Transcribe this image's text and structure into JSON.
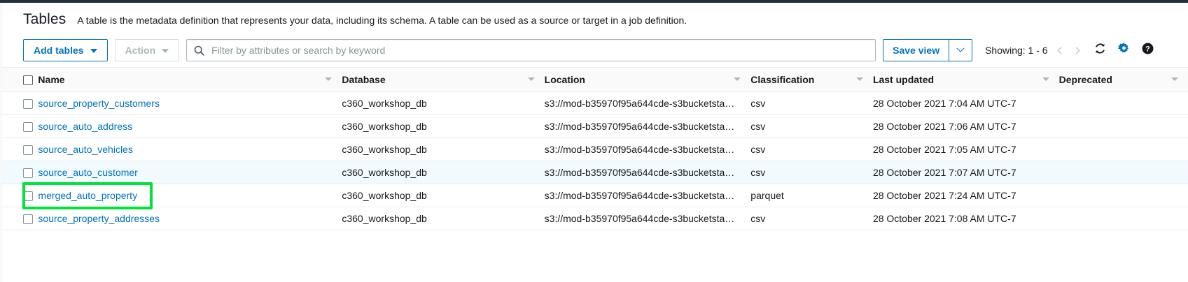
{
  "header": {
    "title": "Tables",
    "description": "A table is the metadata definition that represents your data, including its schema. A table can be used as a source or target in a job definition."
  },
  "toolbar": {
    "add_tables_label": "Add tables",
    "action_label": "Action",
    "save_view_label": "Save view",
    "showing_label": "Showing: 1 - 6",
    "icons": {
      "search": "search-icon",
      "refresh": "refresh-icon",
      "settings": "gear-icon",
      "help": "help-icon",
      "prev_page": "chevron-left-icon",
      "next_page": "chevron-right-icon",
      "dropdown": "chevron-down-icon"
    },
    "colors": {
      "link": "#0073bb",
      "gear": "#0073bb",
      "disabled": "#aab7b8",
      "annotation": "#00e33a"
    }
  },
  "search": {
    "value": "",
    "placeholder": "Filter by attributes or search by keyword"
  },
  "table": {
    "columns": [
      {
        "label": "Name"
      },
      {
        "label": "Database"
      },
      {
        "label": "Location"
      },
      {
        "label": "Classification"
      },
      {
        "label": "Last updated"
      },
      {
        "label": "Deprecated"
      }
    ],
    "rows": [
      {
        "name": "source_property_customers",
        "database": "c360_workshop_db",
        "location": "s3://mod-b35970f95a644cde-s3bucketsta…",
        "classification": "csv",
        "last_updated": "28 October 2021 7:04 AM UTC-7",
        "deprecated": "",
        "selected": false,
        "annotated": false
      },
      {
        "name": "source_auto_address",
        "database": "c360_workshop_db",
        "location": "s3://mod-b35970f95a644cde-s3bucketsta…",
        "classification": "csv",
        "last_updated": "28 October 2021 7:06 AM UTC-7",
        "deprecated": "",
        "selected": false,
        "annotated": false
      },
      {
        "name": "source_auto_vehicles",
        "database": "c360_workshop_db",
        "location": "s3://mod-b35970f95a644cde-s3bucketsta…",
        "classification": "csv",
        "last_updated": "28 October 2021 7:05 AM UTC-7",
        "deprecated": "",
        "selected": false,
        "annotated": false
      },
      {
        "name": "source_auto_customer",
        "database": "c360_workshop_db",
        "location": "s3://mod-b35970f95a644cde-s3bucketsta…",
        "classification": "csv",
        "last_updated": "28 October 2021 7:07 AM UTC-7",
        "deprecated": "",
        "selected": true,
        "annotated": false
      },
      {
        "name": "merged_auto_property",
        "database": "c360_workshop_db",
        "location": "s3://mod-b35970f95a644cde-s3bucketsta…",
        "classification": "parquet",
        "last_updated": "28 October 2021 7:24 AM UTC-7",
        "deprecated": "",
        "selected": false,
        "annotated": true
      },
      {
        "name": "source_property_addresses",
        "database": "c360_workshop_db",
        "location": "s3://mod-b35970f95a644cde-s3bucketsta…",
        "classification": "csv",
        "last_updated": "28 October 2021 7:08 AM UTC-7",
        "deprecated": "",
        "selected": false,
        "annotated": false
      }
    ]
  }
}
